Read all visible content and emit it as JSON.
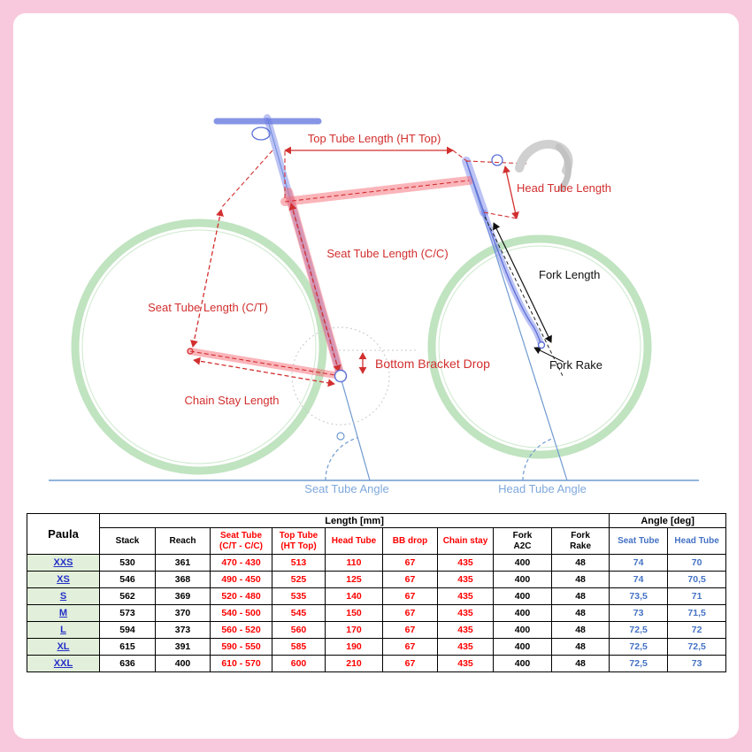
{
  "palette": {
    "pink": "#f8c9dd",
    "red": "#d22f2f",
    "tablered": "#fe0000",
    "angleblue": "#4472c4",
    "linkblue": "#2430c8",
    "skyblue": "#7fa8dc",
    "groundblue": "#6f9ad0",
    "frameblue": "#5b6fd6",
    "wheelgreen": "#9ed49e",
    "sizebg": "#e2efda"
  },
  "diagram": {
    "labels": {
      "top_tube": "Top Tube Length (HT Top)",
      "head_tube": "Head Tube Length",
      "seat_tube_cc": "Seat Tube Length (C/C)",
      "seat_tube_ct": "Seat Tube Length (C/T)",
      "fork_length": "Fork Length",
      "bb_drop": "Bottom Bracket Drop",
      "fork_rake": "Fork Rake",
      "chain_stay": "Chain Stay Length",
      "seat_tube_angle": "Seat Tube Angle",
      "head_tube_angle": "Head Tube Angle"
    }
  },
  "table": {
    "model": "Paula",
    "group_length": "Length [mm]",
    "group_angle": "Angle [deg]",
    "headers": [
      {
        "line1": "Stack",
        "color": "black"
      },
      {
        "line1": "Reach",
        "color": "black"
      },
      {
        "line1": "Seat Tube",
        "line2": "(C/T - C/C)",
        "color": "red"
      },
      {
        "line1": "Top Tube",
        "line2": "(HT Top)",
        "color": "red"
      },
      {
        "line1": "Head Tube",
        "color": "red"
      },
      {
        "line1": "BB drop",
        "color": "red"
      },
      {
        "line1": "Chain stay",
        "color": "red"
      },
      {
        "line1": "Fork",
        "line2": "A2C",
        "color": "black"
      },
      {
        "line1": "Fork",
        "line2": "Rake",
        "color": "black"
      },
      {
        "line1": "Seat Tube",
        "color": "blue"
      },
      {
        "line1": "Head Tube",
        "color": "blue"
      }
    ],
    "rows": [
      {
        "size": "XXS",
        "values": [
          "530",
          "361",
          "470 - 430",
          "513",
          "110",
          "67",
          "435",
          "400",
          "48",
          "74",
          "70"
        ]
      },
      {
        "size": "XS",
        "values": [
          "546",
          "368",
          "490 - 450",
          "525",
          "125",
          "67",
          "435",
          "400",
          "48",
          "74",
          "70,5"
        ]
      },
      {
        "size": "S",
        "values": [
          "562",
          "369",
          "520 - 480",
          "535",
          "140",
          "67",
          "435",
          "400",
          "48",
          "73,5",
          "71"
        ]
      },
      {
        "size": "M",
        "values": [
          "573",
          "370",
          "540 - 500",
          "545",
          "150",
          "67",
          "435",
          "400",
          "48",
          "73",
          "71,5"
        ]
      },
      {
        "size": "L",
        "values": [
          "594",
          "373",
          "560 - 520",
          "560",
          "170",
          "67",
          "435",
          "400",
          "48",
          "72,5",
          "72"
        ]
      },
      {
        "size": "XL",
        "values": [
          "615",
          "391",
          "590 - 550",
          "585",
          "190",
          "67",
          "435",
          "400",
          "48",
          "72,5",
          "72,5"
        ]
      },
      {
        "size": "XXL",
        "values": [
          "636",
          "400",
          "610 - 570",
          "600",
          "210",
          "67",
          "435",
          "400",
          "48",
          "72,5",
          "73"
        ]
      }
    ]
  }
}
